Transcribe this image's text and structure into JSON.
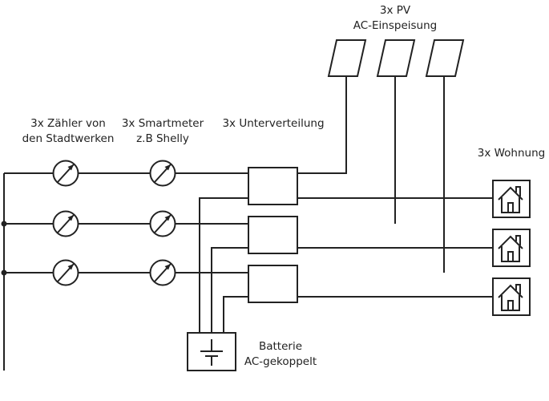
{
  "labels": {
    "pv": {
      "line1": "3x PV",
      "line2": "AC-Einspeisung"
    },
    "meters": {
      "line1": "3x Zähler von",
      "line2": "den Stadtwerken"
    },
    "smartmeters": {
      "line1": "3x Smartmeter",
      "line2": "z.B Shelly"
    },
    "subdistribution": {
      "line1": "3x Unterverteilung"
    },
    "apartments": {
      "line1": "3x Wohnung"
    },
    "battery": {
      "line1": "Batterie",
      "line2": "AC-gekoppelt"
    }
  },
  "colors": {
    "stroke": "#222222",
    "background": "#ffffff"
  },
  "components": {
    "pv_panels": 3,
    "meters": 3,
    "smartmeters": 3,
    "subdistribution_boxes": 3,
    "apartments": 3,
    "battery": 1
  }
}
